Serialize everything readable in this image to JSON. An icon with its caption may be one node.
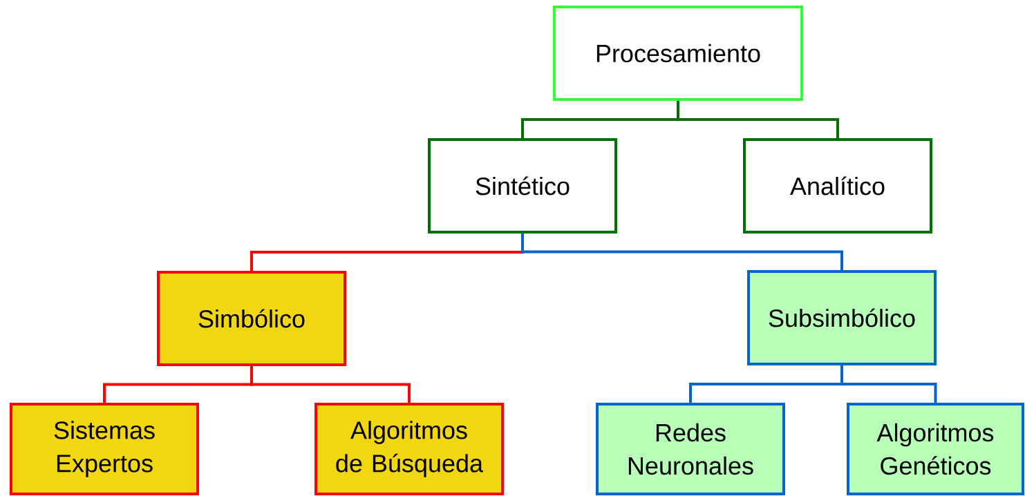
{
  "diagram": {
    "nodes": [
      {
        "text": [
          "Procesamiento"
        ]
      },
      {
        "text": [
          "Sintético"
        ]
      },
      {
        "text": [
          "Analítico"
        ]
      },
      {
        "text": [
          "Simbólico"
        ]
      },
      {
        "text": [
          "Subsimbólico"
        ]
      },
      {
        "text": [
          "Sistemas Expertos"
        ]
      },
      {
        "text": [
          "Algoritmos de Búsqueda"
        ]
      },
      {
        "text": [
          "Redes Neuronales"
        ]
      },
      {
        "text": [
          "Algoritmos Genéticos"
        ]
      }
    ],
    "edges": [
      {
        "from": 0,
        "to": 1,
        "arrow": "none",
        "color": "#007000"
      },
      {
        "from": 0,
        "to": 2,
        "arrow": "none",
        "color": "#007000"
      },
      {
        "from": 1,
        "to": 3,
        "arrow": "none",
        "color": "#ff0000"
      },
      {
        "from": 1,
        "to": 4,
        "arrow": "none",
        "color": "#0066cc"
      },
      {
        "from": 3,
        "to": 5,
        "arrow": "none",
        "color": "#ff0000"
      },
      {
        "from": 3,
        "to": 6,
        "arrow": "none",
        "color": "#ff0000"
      },
      {
        "from": 4,
        "to": 7,
        "arrow": "none",
        "color": "#0066cc"
      },
      {
        "from": 4,
        "to": 8,
        "arrow": "none",
        "color": "#0066cc"
      }
    ]
  }
}
